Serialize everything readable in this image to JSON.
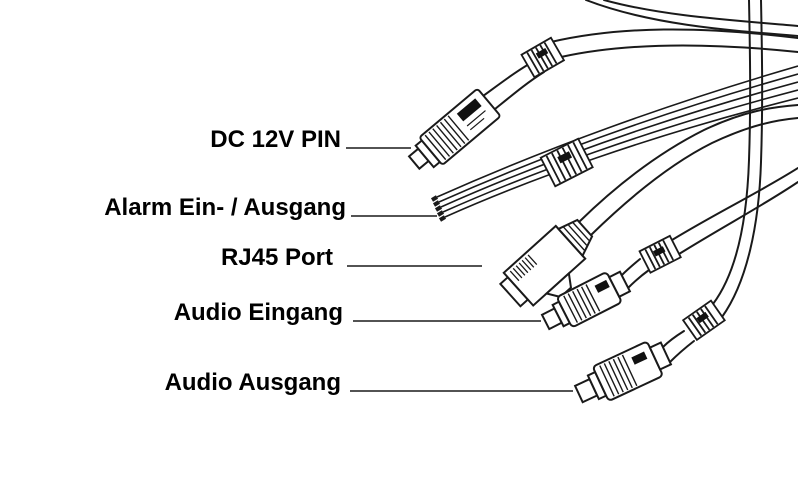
{
  "diagram": {
    "type": "camera-cable-harness-diagram",
    "background_color": "#ffffff",
    "line_color": "#1a1a1a",
    "labels": [
      {
        "id": "dc-12v-pin",
        "text": "DC 12V PIN",
        "target": "dc-power-connector"
      },
      {
        "id": "alarm-in-out",
        "text": "Alarm Ein- / Ausgang",
        "target": "alarm-wire-harness"
      },
      {
        "id": "rj45-port",
        "text": "RJ45 Port",
        "target": "rj45-connector"
      },
      {
        "id": "audio-in",
        "text": "Audio Eingang",
        "target": "audio-in-connector"
      },
      {
        "id": "audio-out",
        "text": "Audio Ausgang",
        "target": "audio-out-connector"
      }
    ]
  }
}
